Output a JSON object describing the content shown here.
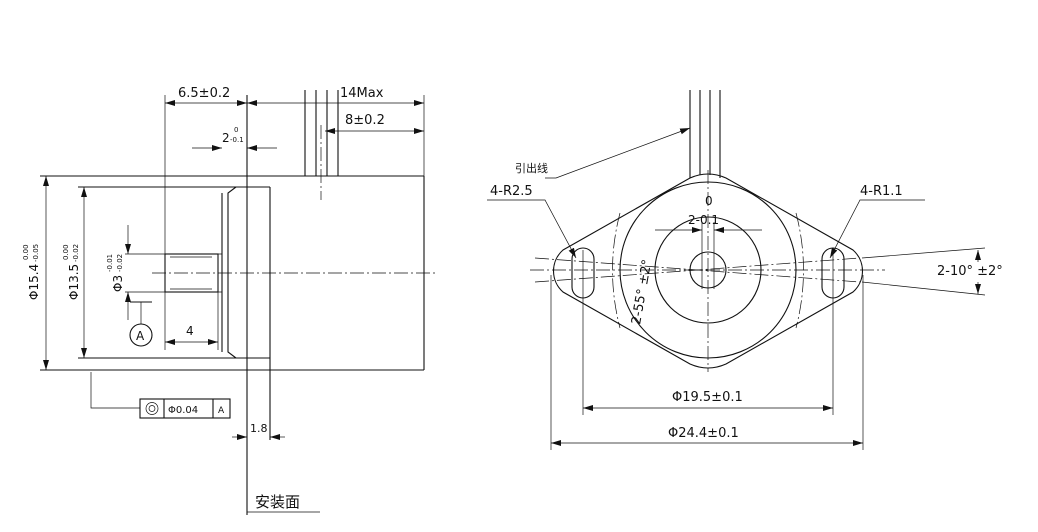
{
  "side_view": {
    "dim_flange_offset": "6.5±0.2",
    "dim_length_max": "14Max",
    "dim_lead_pos": "8±0.2",
    "dim_flange_thk_nom": "2",
    "dim_flange_thk_upper": "0",
    "dim_flange_thk_lower": "-0.1",
    "dim_body_dia": "Φ15.4",
    "dim_body_dia_upper": "0.00",
    "dim_body_dia_lower": "-0.05",
    "dim_boss_dia": "Φ13.5",
    "dim_boss_dia_upper": "0.00",
    "dim_boss_dia_lower": "-0.02",
    "dim_shaft_dia": "Φ3",
    "dim_shaft_dia_upper": "-0.01",
    "dim_shaft_dia_lower": "-0.02",
    "dim_shaft_len": "4",
    "datum_label": "A",
    "tolerance_value": "Φ0.04",
    "tolerance_datum": "A",
    "dim_mount_thk": "1.8",
    "mount_surface_label": "安装面"
  },
  "front_view": {
    "lead_wire_label": "引出线",
    "slot_radius_label": "4-R2.5",
    "slot_inner_radius_label": "4-R1.1",
    "shaft_flat_label": "2-0.1",
    "shaft_flat_upper": "0",
    "flange_angle_label": "2-55° ±2°",
    "slot_angle_label": "2-10° ±2°",
    "hole_pitch_label": "Φ19.5±0.1",
    "flange_width_label": "Φ24.4±0.1"
  }
}
